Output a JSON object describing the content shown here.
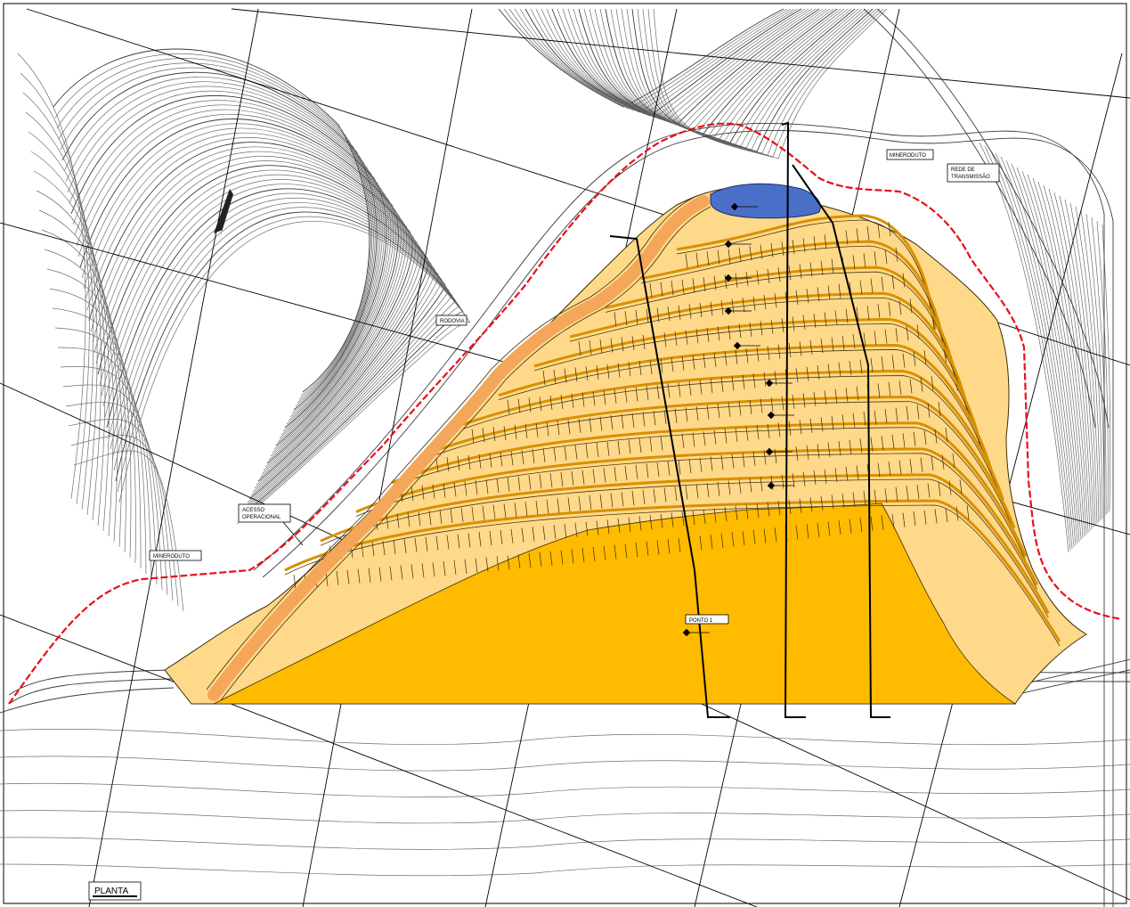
{
  "title_block": {
    "label": "PLANTA"
  },
  "labels": {
    "acesso": "ACESSO\nOPERACIONAL",
    "mineroduto_left": "MINERODUTO",
    "mineroduto_right": "MINERODUTO",
    "rodovia": "RODOVIA",
    "rede_transmissao": "REDE DE\nTRANSMISSÃO",
    "ponto_central": "PONTO 1"
  },
  "colors": {
    "pile_fill": "#ffd98a",
    "pile_base": "#ffbb00",
    "access_road": "#f4a65a",
    "pond": "#4a6fc8",
    "boundary": "#e8101a",
    "contours": "#6e6e6e"
  },
  "icons": [
    "north-arrow-icon",
    "survey-marker-icon"
  ]
}
